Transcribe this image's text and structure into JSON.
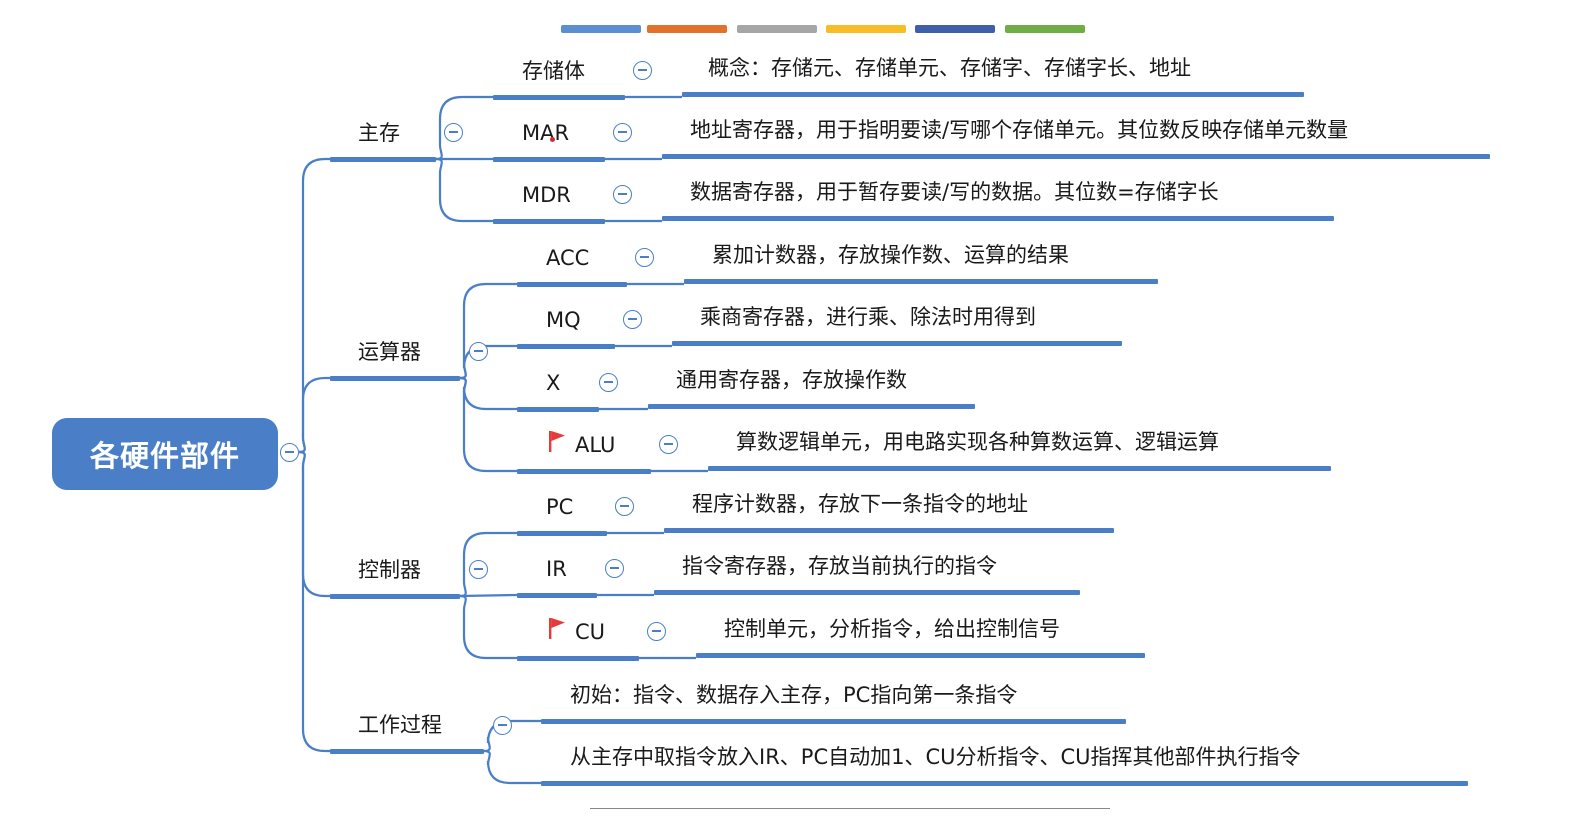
{
  "palette": [
    "#5b8fd0",
    "#e2712b",
    "#a6a6a6",
    "#f6bd27",
    "#3f5fa8",
    "#6fae44"
  ],
  "mindmap": {
    "root": "各硬件部件",
    "branches": [
      {
        "label": "主存",
        "children": [
          {
            "label": "存储体",
            "detail": "概念：存储元、存储单元、存储字、存储字长、地址"
          },
          {
            "label": "MAR",
            "detail": "地址寄存器，用于指明要读/写哪个存储单元。其位数反映存储单元数量"
          },
          {
            "label": "MDR",
            "detail": "数据寄存器，用于暂存要读/写的数据。其位数=存储字长"
          }
        ]
      },
      {
        "label": "运算器",
        "children": [
          {
            "label": "ACC",
            "detail": "累加计数器，存放操作数、运算的结果"
          },
          {
            "label": "MQ",
            "detail": "乘商寄存器，进行乘、除法时用得到"
          },
          {
            "label": "X",
            "detail": "通用寄存器，存放操作数"
          },
          {
            "label": "ALU",
            "detail": "算数逻辑单元，用电路实现各种算数运算、逻辑运算",
            "flag": "red-flag-icon"
          }
        ]
      },
      {
        "label": "控制器",
        "children": [
          {
            "label": "PC",
            "detail": "程序计数器，存放下一条指令的地址"
          },
          {
            "label": "IR",
            "detail": "指令寄存器，存放当前执行的指令"
          },
          {
            "label": "CU",
            "detail": "控制单元，分析指令，给出控制信号",
            "flag": "red-flag-icon"
          }
        ]
      },
      {
        "label": "工作过程",
        "children": [
          {
            "label": "初始：指令、数据存入主存，PC指向第一条指令"
          },
          {
            "label": "从主存中取指令放入IR、PC自动加1、CU分析指令、CU指挥其他部件执行指令"
          }
        ]
      }
    ]
  },
  "colors": {
    "node_line": "#4a7fc8",
    "root_fill": "#4a7fc8",
    "flag": "#e63b3b"
  }
}
